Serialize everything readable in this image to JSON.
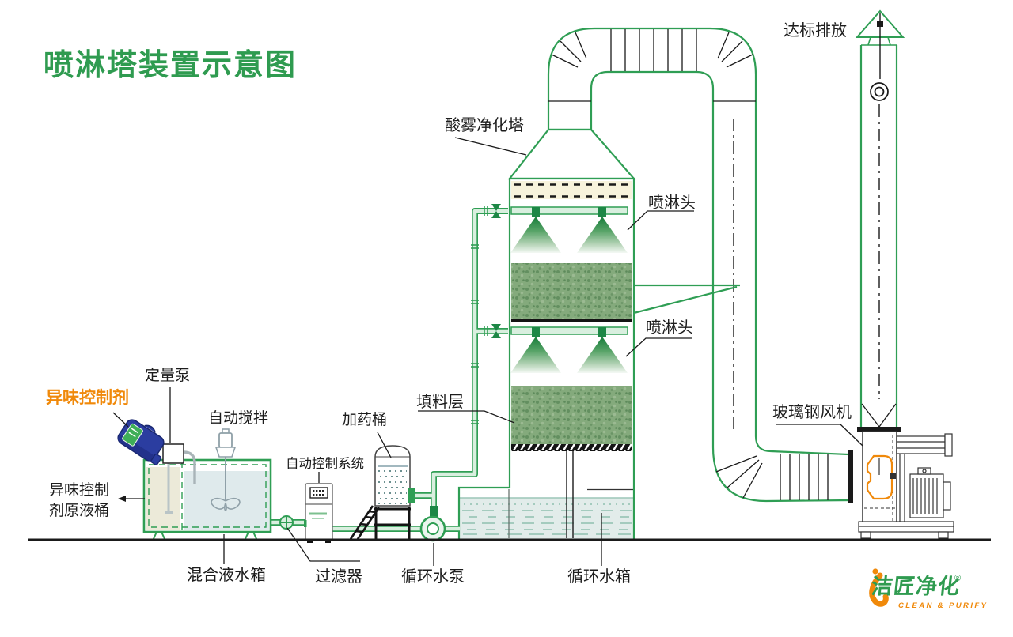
{
  "title": "喷淋塔装置示意图",
  "labels": {
    "tower": "酸雾净化塔",
    "spray_head_top": "喷淋头",
    "spray_head_mid": "喷淋头",
    "discharge": "达标排放",
    "packing_layer": "填料层",
    "frp_fan": "玻璃钢风机",
    "metering_pump": "定量泵",
    "odor_agent": "异味控制剂",
    "auto_stir": "自动搅拌",
    "dosing_barrel": "加药桶",
    "control_system": "自动控制系统",
    "agent_drum_line1": "异味控制",
    "agent_drum_line2": "剂原液桶",
    "mixing_tank": "混合液水箱",
    "filter": "过滤器",
    "circulating_pump": "循环水泵",
    "circulating_tank": "循环水箱"
  },
  "logo": {
    "name": "洁匠净化",
    "registered": "®",
    "tagline": "CLEAN & PURIFY"
  },
  "colors": {
    "title_green": "#2f9b50",
    "diagram_green": "#2f9e54",
    "pipe_fill": "#d9efdf",
    "dark_green": "#1d8746",
    "packing_green": "#84aa7c",
    "demister_cream": "#f7f3dc",
    "water_blue": "#e2ecea",
    "tank_beige": "#ecead9",
    "accent_orange": "#f0890a",
    "jug_blue": "#2b3da0"
  }
}
